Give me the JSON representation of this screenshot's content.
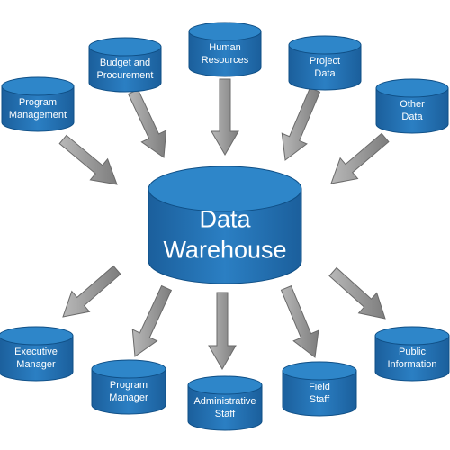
{
  "center": {
    "lines": [
      "Data",
      "Warehouse"
    ]
  },
  "sources": [
    {
      "id": "program-management",
      "lines": [
        "Program",
        "Management"
      ]
    },
    {
      "id": "budget-procurement",
      "lines": [
        "Budget and",
        "Procurement"
      ]
    },
    {
      "id": "human-resources",
      "lines": [
        "Human",
        "Resources"
      ]
    },
    {
      "id": "project-data",
      "lines": [
        "Project",
        "Data"
      ]
    },
    {
      "id": "other-data",
      "lines": [
        "Other",
        "Data"
      ]
    }
  ],
  "consumers": [
    {
      "id": "executive-manager",
      "lines": [
        "Executive",
        "Manager"
      ]
    },
    {
      "id": "program-manager",
      "lines": [
        "Program",
        "Manager"
      ]
    },
    {
      "id": "administrative-staff",
      "lines": [
        "Administrative",
        "Staff"
      ]
    },
    {
      "id": "field-staff",
      "lines": [
        "Field",
        "Staff"
      ]
    },
    {
      "id": "public-information",
      "lines": [
        "Public",
        "Information"
      ]
    }
  ],
  "colors": {
    "cylinder": "#1f6fb4",
    "cylinder_top": "#2e86c9",
    "cylinder_edge": "#0f4f86",
    "arrow": "#8f8f8f",
    "arrow_edge": "#6a6a6a"
  }
}
